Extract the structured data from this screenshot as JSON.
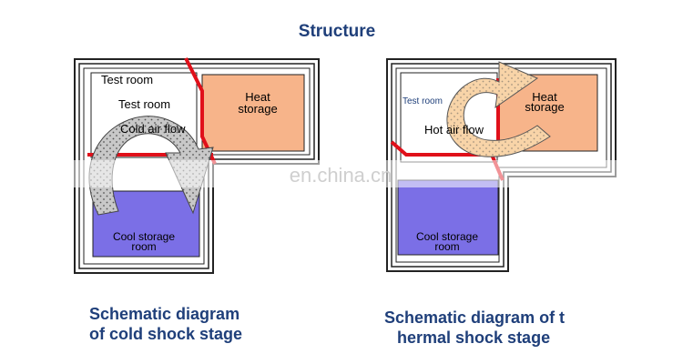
{
  "title": "Structure",
  "watermark": "en.china.cn",
  "left_diagram": {
    "test_room_label": "Test room",
    "test_room_inner_label": "Test room",
    "airflow_label": "Cold air flow",
    "heat_storage_line1": "Heat",
    "heat_storage_line2": "storage",
    "cool_storage_line1": "Cool storage",
    "cool_storage_line2": "room",
    "caption_line1": "Schematic diagram",
    "caption_line2": "of cold shock stage"
  },
  "right_diagram": {
    "test_room_label": "Test room",
    "airflow_label": "Hot air flow",
    "heat_storage_line1": "Heat",
    "heat_storage_line2": "storage",
    "cool_storage_line1": "Cool storage",
    "cool_storage_line2": "room",
    "caption_line1": "Schematic diagram of t",
    "caption_line2": "hermal shock stage"
  },
  "colors": {
    "heat_storage": "#f7b48a",
    "cool_storage": "#7b6fe6",
    "damper": "#e0101a",
    "cold_arrow": "#c8c8c8",
    "hot_arrow": "#f8d4a8",
    "title_text": "#1f3f7a"
  }
}
